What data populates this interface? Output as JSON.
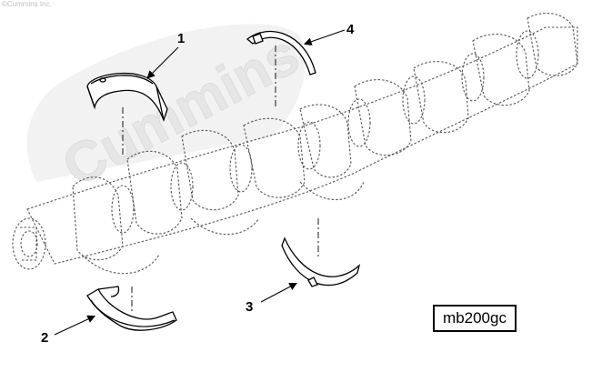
{
  "watermark": {
    "copyright": "©Cummins Inc.",
    "logo_word": "Cummins",
    "logo_color": "#e6e6e6"
  },
  "callouts": {
    "c1": "1",
    "c2": "2",
    "c3": "3",
    "c4": "4"
  },
  "figure_code": "mb200gc",
  "colors": {
    "line": "#000000",
    "dashed_outline": "#555555",
    "background": "#ffffff"
  }
}
